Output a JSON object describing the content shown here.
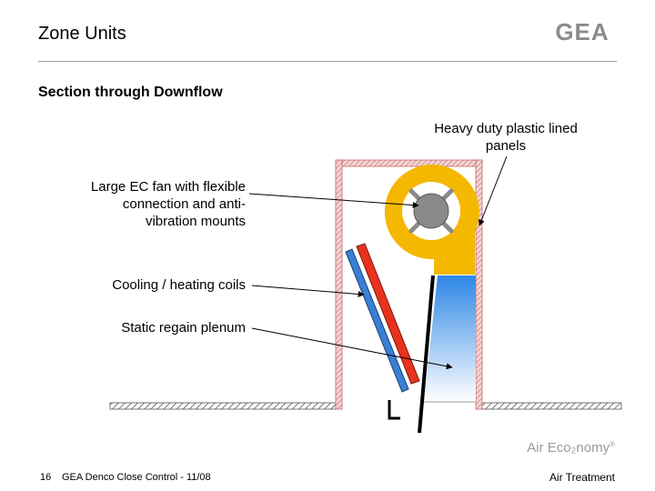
{
  "title": "Zone Units",
  "subtitle": "Section through Downflow",
  "labels": {
    "panels": "Heavy duty plastic lined\npanels",
    "fan": "Large EC fan with flexible\nconnection and anti-\nvibration mounts",
    "coils": "Cooling / heating coils",
    "plenum": "Static regain plenum"
  },
  "logo_text": "GEA",
  "brand": "Air Eco₂nomy",
  "brand_mark": "®",
  "footer": {
    "page_number": "16",
    "document": "GEA Denco Close Control - 11/08",
    "department": "Air Treatment"
  },
  "icons": [
    "gea-logo-icon",
    "fan-icon"
  ],
  "colors": {
    "fan_yellow": "#f5b800",
    "coil_red": "#e8321e",
    "coil_blue": "#3a7fd6",
    "plenum_blue": "#2d86e6",
    "panel_pink": "#e79a9a",
    "rule_gray": "#9a9a9a"
  }
}
